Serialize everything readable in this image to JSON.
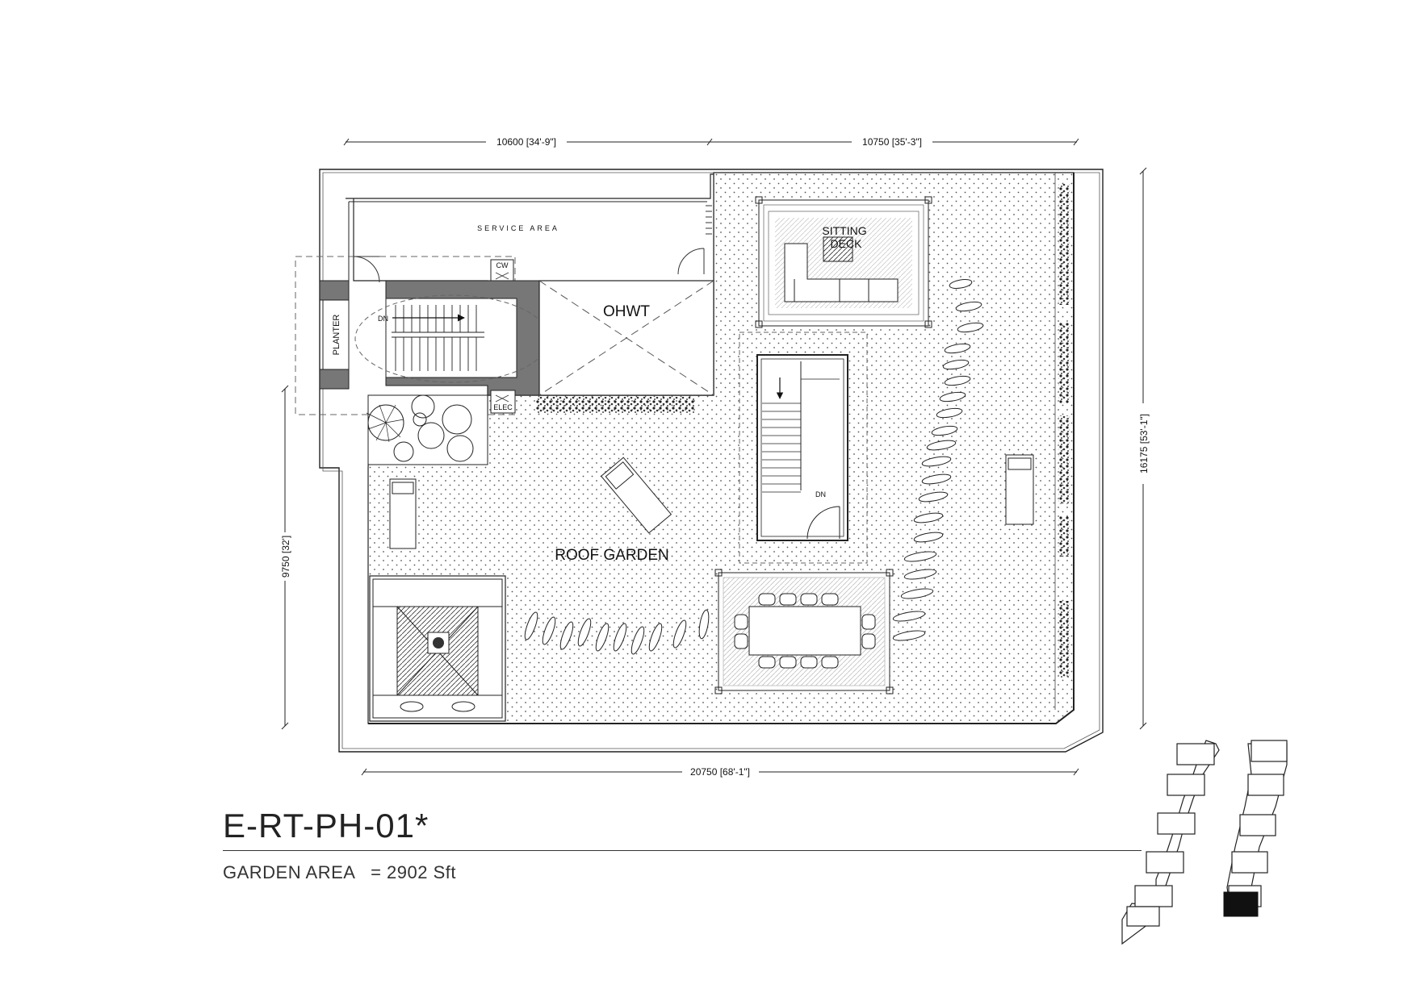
{
  "drawing": {
    "unit_code": "E-RT-PH-01*",
    "area_label": "GARDEN AREA",
    "area_value": "= 2902 Sft"
  },
  "dimensions": {
    "top_left": "10600 [34'-9\"]",
    "top_right": "10750 [35'-3\"]",
    "bottom": "20750 [68'-1\"]",
    "left": "9750 [32']",
    "right": "16175 [53'-1\"]"
  },
  "rooms": {
    "service_area": "SERVICE  AREA",
    "ohwt": "OHWT",
    "planter": "PLANTER",
    "sitting_deck_line1": "SITTING",
    "sitting_deck_line2": "DECK",
    "roof_garden": "ROOF GARDEN",
    "cw": "CW",
    "elec": "ELEC",
    "dn_left": "DN",
    "dn_center": "DN"
  },
  "key_plan": {
    "highlight_color": "#111111"
  }
}
